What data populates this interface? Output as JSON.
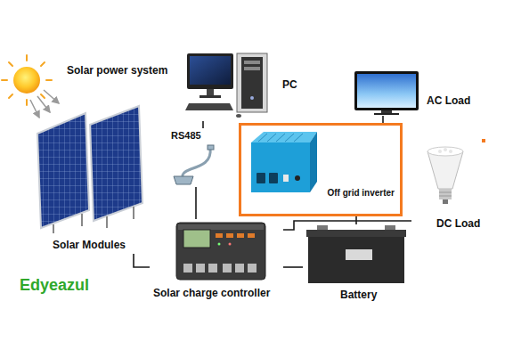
{
  "diagram": {
    "title": "Solar power system",
    "nodes": [
      {
        "text": [
          "Solar Modules"
        ]
      },
      {
        "text": [
          "PC"
        ]
      },
      {
        "text": [
          "AC Load"
        ]
      },
      {
        "text": [
          "RS485"
        ]
      },
      {
        "text": [
          "Off grid inverter"
        ]
      },
      {
        "text": [
          "DC Load"
        ]
      },
      {
        "text": [
          "Solar charge controller"
        ]
      },
      {
        "text": [
          "Battery"
        ]
      }
    ],
    "edges": [
      {
        "from": 0,
        "to": 6,
        "arrow": "none"
      },
      {
        "from": 6,
        "to": 7,
        "arrow": "none"
      },
      {
        "from": 6,
        "to": 5,
        "arrow": "none"
      },
      {
        "from": 4,
        "to": 2,
        "arrow": "none"
      },
      {
        "from": 4,
        "to": 7,
        "arrow": "none"
      },
      {
        "from": 1,
        "to": 3,
        "arrow": "none"
      },
      {
        "from": 3,
        "to": 6,
        "arrow": "none"
      }
    ],
    "labels": [
      "Edyeazul"
    ]
  }
}
